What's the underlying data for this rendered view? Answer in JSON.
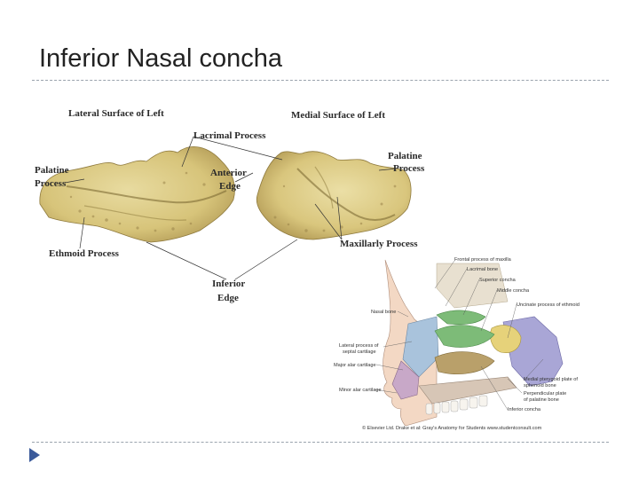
{
  "slide": {
    "title": "Inferior Nasal concha"
  },
  "figure_left": {
    "labels": {
      "lateral_surface": "Lateral Surface of Left",
      "medial_surface": "Medial Surface of Left",
      "lacrimal_process": "Lacrimal Process",
      "palatine_process_left_1": "Palatine",
      "palatine_process_left_2": "Process",
      "anterior_edge_1": "Anterior",
      "anterior_edge_2": "Edge",
      "palatine_process_right_1": "Palatine",
      "palatine_process_right_2": "Process",
      "maxillary_process": "Maxillarly Process",
      "ethmoid_process": "Ethmoid Process",
      "inferior_edge_1": "Inferior",
      "inferior_edge_2": "Edge"
    }
  },
  "figure_right": {
    "labels": {
      "frontal_process": "Frontal process of maxilla",
      "lacrimal_bone": "Lacrimal bone",
      "superior_concha": "Superior concha",
      "middle_concha": "Middle concha",
      "uncinate_process": "Uncinate process of ethmoid",
      "nasal_bone": "Nasal bone",
      "lateral_process_1": "Lateral process of",
      "lateral_process_2": "septal cartilage",
      "major_alar": "Major alar cartilage",
      "medial_pterygoid_1": "Medial pterygoid plate of",
      "medial_pterygoid_2": "sphenoid bone",
      "minor_alar": "Minor alar cartilage",
      "perpendicular_1": "Perpendicular plate",
      "perpendicular_2": "of palatine bone",
      "inferior_concha": "Inferior concha",
      "copyright": "© Elsevier Ltd. Drake et al: Gray's Anatomy for Students www.studentconsult.com"
    },
    "colors": {
      "skin": "#f3d8c4",
      "cartilage_blue": "#a9c3dc",
      "cartilage_mauve": "#c8a8c8",
      "concha_green": "#7dbb78",
      "bone_yellow": "#e6d27a",
      "sphenoid_lavender": "#a9a6d6",
      "palate_brown": "#b9a06a"
    }
  }
}
